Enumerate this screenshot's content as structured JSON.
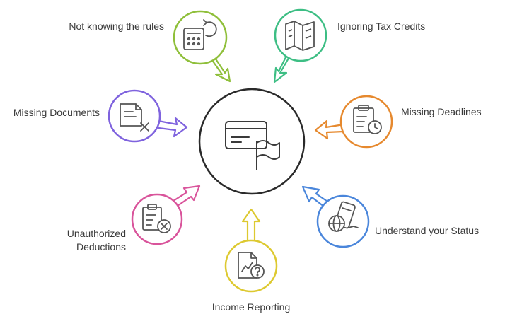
{
  "center": {
    "icon": "credit-card-flag-icon"
  },
  "items": {
    "not_knowing_rules": {
      "label": "Not knowing the rules",
      "color": "#8FBF3A",
      "icon": "calculator-refresh-icon"
    },
    "ignoring_tax_credits": {
      "label": "Ignoring Tax Credits",
      "color": "#3DBE84",
      "icon": "map-icon"
    },
    "missing_documents": {
      "label": "Missing Documents",
      "color": "#7F63DE",
      "icon": "document-cross-icon"
    },
    "missing_deadlines": {
      "label": "Missing Deadlines",
      "color": "#E6892E",
      "icon": "clipboard-clock-icon"
    },
    "unauthorized_deductions": {
      "label_line1": "Unauthorized",
      "label_line2": "Deductions",
      "color": "#D9549B",
      "icon": "clipboard-cross-icon"
    },
    "understand_status": {
      "label": "Understand your Status",
      "color": "#4A86DB",
      "icon": "passport-globe-icon"
    },
    "income_reporting": {
      "label": "Income Reporting",
      "color": "#DDC930",
      "icon": "chart-question-icon"
    }
  }
}
